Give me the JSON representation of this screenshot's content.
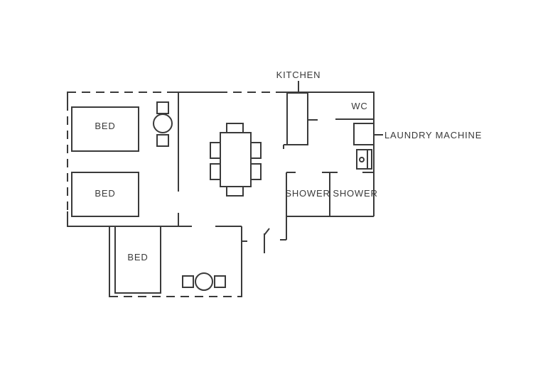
{
  "palette": {
    "line_color": "#3a3a3a",
    "text_color": "#3a3a3a",
    "background": "#ffffff"
  },
  "floor_plan": {
    "labels": {
      "kitchen": "KITCHEN",
      "wc": "WC",
      "laundry_machine": "LAUNDRY MACHINE",
      "shower_left": "SHOWER",
      "shower_right": "SHOWER",
      "bed_1": "BED",
      "bed_2": "BED",
      "bed_3": "BED"
    },
    "icons": [
      "washing-machine-icon",
      "entry-arrow-icon",
      "lamp-circle-icon",
      "dining-table-icon"
    ]
  }
}
